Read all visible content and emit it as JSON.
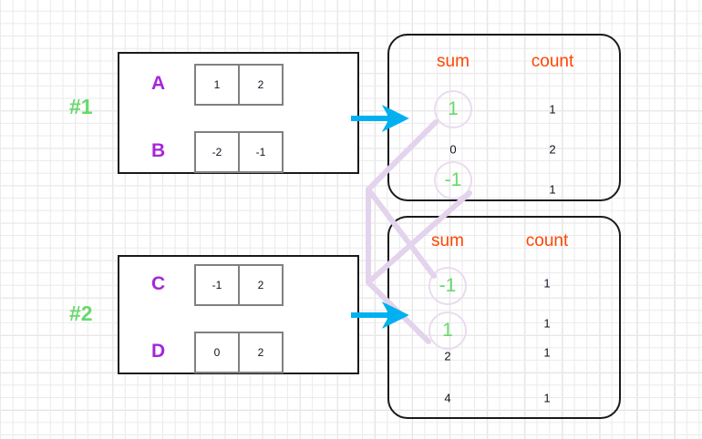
{
  "diagram": {
    "title": "",
    "colors": {
      "group_label": "#67d96b",
      "row_label": "#a626d9",
      "column_header": "#ff4500",
      "arrow": "#00b0f0",
      "link": "#e3d3ec",
      "highlight_value": "#67d96b",
      "box_border": "#1a1a1a",
      "cell_border": "#808080",
      "grid_minor": "#eaeaea",
      "grid_major": "#d8d8d8"
    },
    "groups": [
      {
        "id": "group-1",
        "label": "#1",
        "rows": [
          {
            "name": "A",
            "values": [
              "1",
              "2"
            ]
          },
          {
            "name": "B",
            "values": [
              "-2",
              "-1"
            ]
          }
        ]
      },
      {
        "id": "group-2",
        "label": "#2",
        "rows": [
          {
            "name": "C",
            "values": [
              "-1",
              "2"
            ]
          },
          {
            "name": "D",
            "values": [
              "0",
              "2"
            ]
          }
        ]
      }
    ],
    "panels": [
      {
        "id": "panel-1",
        "headers": {
          "sum": "sum",
          "count": "count"
        },
        "rows": [
          {
            "sum": "1",
            "count": "1",
            "highlighted": true
          },
          {
            "sum": "0",
            "count": "2",
            "highlighted": false
          },
          {
            "sum": "-1",
            "count": "1",
            "highlighted": true
          }
        ]
      },
      {
        "id": "panel-2",
        "headers": {
          "sum": "sum",
          "count": "count"
        },
        "rows": [
          {
            "sum": "-1",
            "count": "1",
            "highlighted": true
          },
          {
            "sum": "1",
            "count": "1",
            "highlighted": true
          },
          {
            "sum": "2",
            "count": "1",
            "highlighted": false
          },
          {
            "sum": "4",
            "count": "1",
            "highlighted": false
          }
        ]
      }
    ],
    "arrows": [
      {
        "id": "arrow-group-1-to-panel-1",
        "label": ""
      },
      {
        "id": "arrow-group-2-to-panel-2",
        "label": ""
      }
    ],
    "links": [
      {
        "id": "link-p1-sum1-to-p2-sum1",
        "from": "panel-1.sum=1",
        "to": "panel-2.sum=1"
      },
      {
        "id": "link-p1-sumneg1-to-p2-sumneg1",
        "from": "panel-1.sum=-1",
        "to": "panel-2.sum=-1"
      }
    ]
  }
}
